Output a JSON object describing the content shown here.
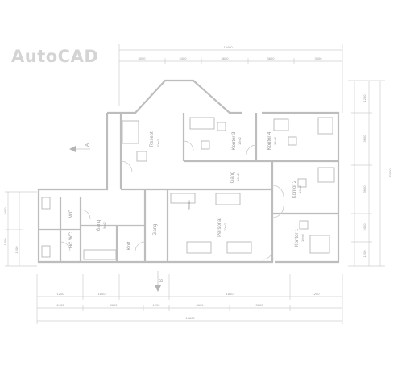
{
  "brand": {
    "name": "AutoCAD"
  },
  "rooms": [
    {
      "name": "Resept.",
      "area": "20m2"
    },
    {
      "name": "Kontor 3",
      "area": "16m2"
    },
    {
      "name": "Kontor 4",
      "area": "16m2"
    },
    {
      "name": "Gang",
      "area": "16m2"
    },
    {
      "name": "Kontor 2",
      "area": "16m2"
    },
    {
      "name": "Kontor 1",
      "area": "16m2"
    },
    {
      "name": "Personal",
      "area": "20m2"
    },
    {
      "name": "Gang",
      "area": ""
    },
    {
      "name": "Gang",
      "area": "9m2"
    },
    {
      "name": "WC",
      "area": ""
    },
    {
      "name": "HC WC",
      "area": ""
    },
    {
      "name": "Kott",
      "area": ""
    },
    {
      "name": "Teknisk",
      "area": ""
    }
  ],
  "markers": {
    "section_a": "A",
    "section_b": "B"
  },
  "dims": {
    "top_total": "14400",
    "top_row": [
      "3000",
      "2400",
      "3600",
      "3600",
      "3000"
    ],
    "bottom_row1": [
      "1200",
      "1800",
      "1800",
      "1200"
    ],
    "bottom_row2": [
      "2400",
      "3600",
      "1200",
      "3600",
      "3600"
    ],
    "bottom_total": "15600",
    "right_col": [
      "1200",
      "3600",
      "3600",
      "2400",
      "1200"
    ],
    "right_total": "12000",
    "left_col": [
      "2400",
      "1200",
      "1200"
    ]
  }
}
